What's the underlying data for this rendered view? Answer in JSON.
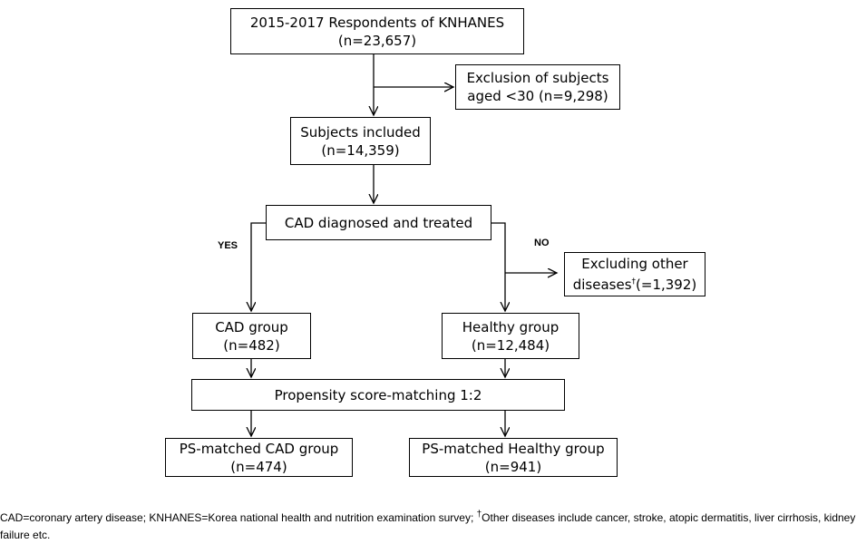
{
  "boxes": {
    "respondents": {
      "line1": "2015-2017 Respondents of KNHANES",
      "line2": "(n=23,657)"
    },
    "exclusion_age": {
      "line1": "Exclusion of subjects",
      "line2": "aged <30 (n=9,298)"
    },
    "subjects_included": {
      "line1": "Subjects included",
      "line2": "(n=14,359)"
    },
    "cad_diagnosed": {
      "line1": "CAD diagnosed and treated"
    },
    "excluding_other": {
      "line1": "Excluding other",
      "line2_prefix": "diseases",
      "line2_mark": "†",
      "line2_suffix": "(=1,392)"
    },
    "cad_group": {
      "line1": "CAD group",
      "line2": "(n=482)"
    },
    "healthy_group": {
      "line1": "Healthy group",
      "line2": "(n=12,484)"
    },
    "propensity": {
      "line1": "Propensity score-matching 1:2"
    },
    "ps_cad": {
      "line1": "PS-matched CAD group",
      "line2": "(n=474)"
    },
    "ps_healthy": {
      "line1": "PS-matched Healthy group",
      "line2": "(n=941)"
    }
  },
  "labels": {
    "yes": "YES",
    "no": "NO"
  },
  "footnote": {
    "text1": "CAD=coronary artery disease; KNHANES=Korea national health and nutrition examination survey; ",
    "mark": "†",
    "text2": "Other diseases include cancer, stroke, atopic dermatitis, liver cirrhosis, kidney failure etc."
  }
}
